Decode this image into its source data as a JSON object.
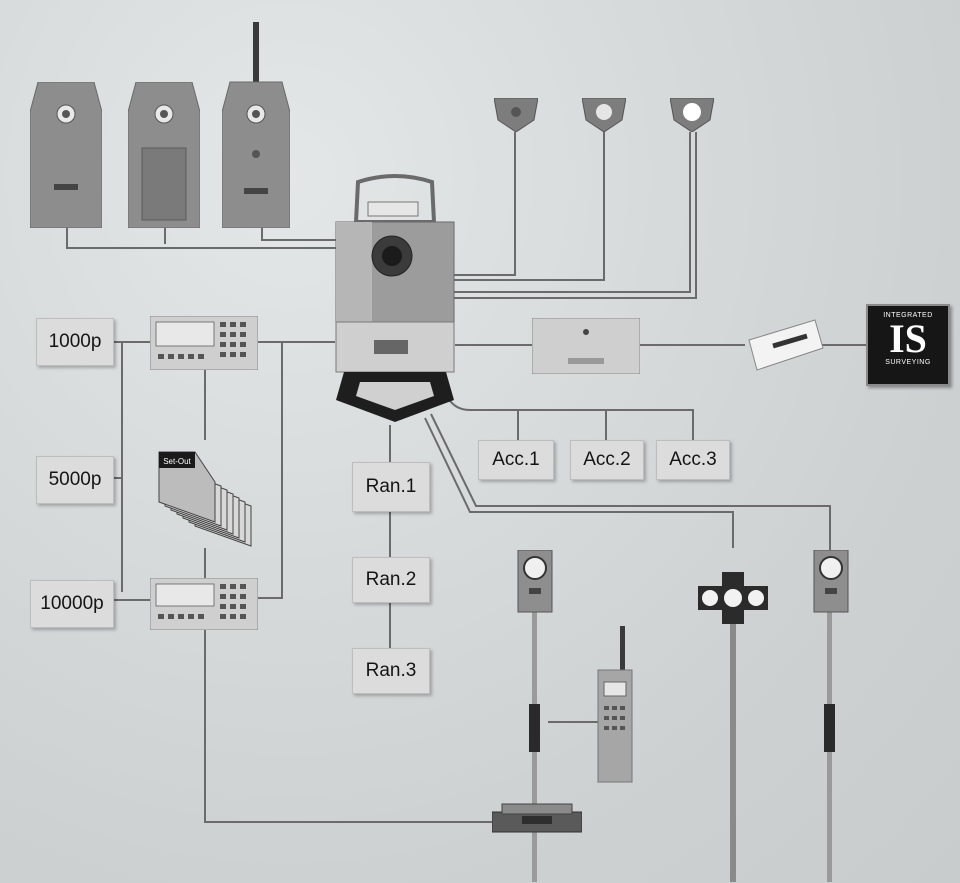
{
  "labels": {
    "mem_1000": "1000p",
    "mem_5000": "5000p",
    "mem_10000": "10000p",
    "ran_1": "Ran.1",
    "ran_2": "Ran.2",
    "ran_3": "Ran.3",
    "acc_1": "Acc.1",
    "acc_2": "Acc.2",
    "acc_3": "Acc.3",
    "card_label": "Set-Out"
  },
  "logo": {
    "top_text": "INTEGRATED",
    "mark": "IS",
    "bottom_text": "SURVEYING"
  },
  "colors": {
    "background": "#d4d8d8",
    "device_grey": "#8f8f8f",
    "panel_light": "#cfcfcf",
    "wire": "#6a6a6a",
    "logo_bg": "#161616"
  }
}
